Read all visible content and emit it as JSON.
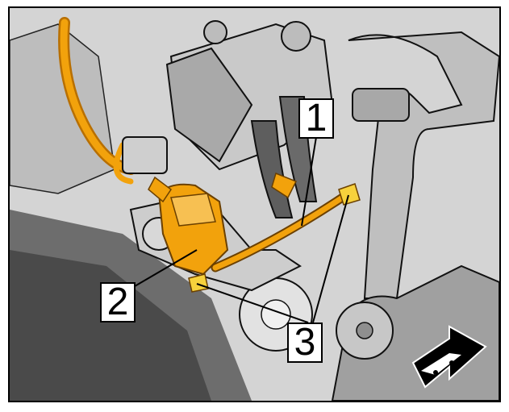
{
  "callouts": [
    {
      "label": "1"
    },
    {
      "label": "2"
    },
    {
      "label": "3"
    }
  ],
  "colors": {
    "highlight": "#f2a20c",
    "highlight_dark": "#b86f00",
    "background": "#d9d9d9",
    "line": "#000000"
  },
  "icons": {
    "direction": "vehicle-front-arrow-icon"
  }
}
